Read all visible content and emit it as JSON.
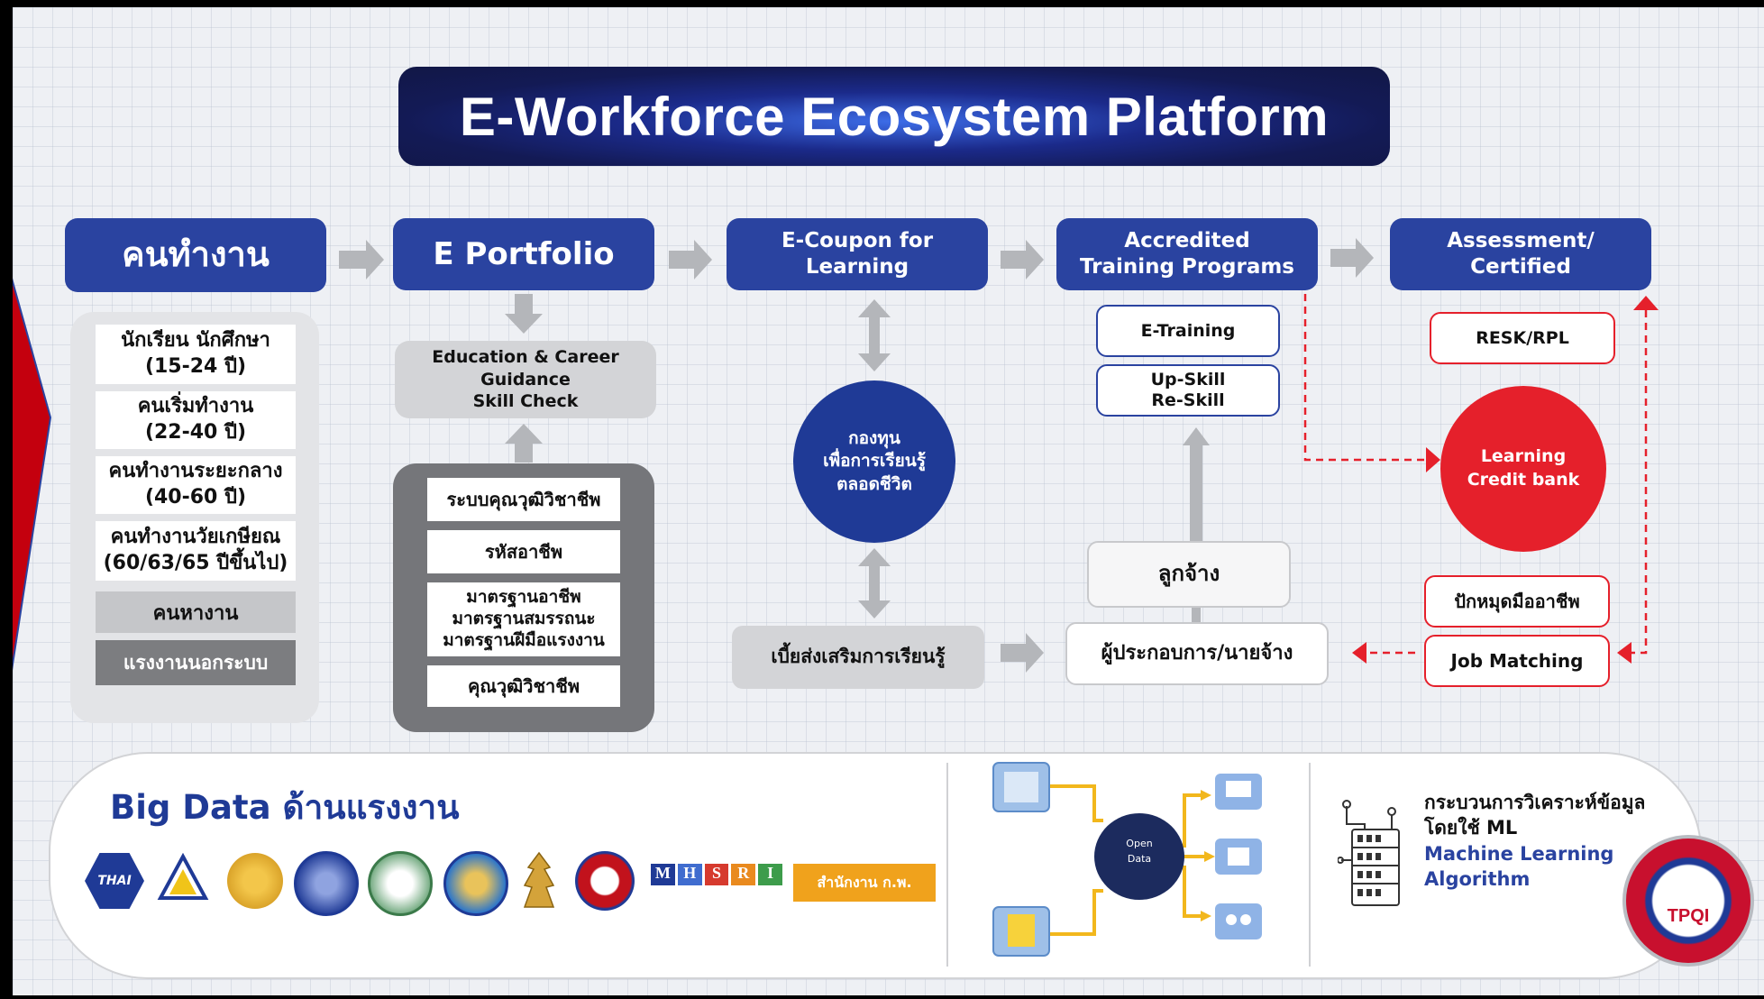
{
  "title": "E-Workforce Ecosystem Platform",
  "headers": {
    "workers": "คนทำงาน",
    "portfolio": "E Portfolio",
    "coupon": "E-Coupon for Learning",
    "training": "Accredited Training Programs",
    "assessment": "Assessment/ Certified"
  },
  "workers": [
    {
      "name": "นักเรียน นักศึกษา",
      "range": "(15-24 ปี)"
    },
    {
      "name": "คนเริ่มทำงาน",
      "range": "(22-40 ปี)"
    },
    {
      "name": "คนทำงานระยะกลาง",
      "range": "(40-60 ปี)"
    },
    {
      "name": "คนทำงานวัยเกษียณ",
      "range": "(60/63/65 ปีขึ้นไป)"
    }
  ],
  "workers_jobseekers": "คนหางาน",
  "workers_informal": "แรงงานนอกระบบ",
  "guidance": {
    "line1": "Education & Career Guidance",
    "line2": "Skill Check"
  },
  "standards": {
    "item1": "ระบบคุณวุฒิวิชาชีพ",
    "item2": "รหัสอาชีพ",
    "item3a": "มาตรฐานอาชีพ",
    "item3b": "มาตรฐานสมรรถนะ",
    "item3c": "มาตรฐานฝีมือแรงงาน",
    "item4": "คุณวุฒิวิชาชีพ"
  },
  "fund": {
    "line1": "กองทุน",
    "line2": "เพื่อการเรียนรู้",
    "line3": "ตลอดชีวิต"
  },
  "allowance": "เบี้ยส่งเสริมการเรียนรู้",
  "training_items": {
    "etraining": "E-Training",
    "upskill": "Up-Skill",
    "reskill": "Re-Skill"
  },
  "employee": "ลูกจ้าง",
  "employer": "ผู้ประกอบการ/นายจ้าง",
  "assessment_items": {
    "resk": "RESK/RPL",
    "credit_line1": "Learning",
    "credit_line2": "Credit bank",
    "pin": "ปักหมุดมืออาชีพ",
    "matching": "Job Matching"
  },
  "bigdata": {
    "title": "Big Data ด้านแรงงาน",
    "ml_line1": "กระบวนการวิเคราะห์ข้อมูล",
    "ml_line2": "โดยใช้ ML",
    "ml_line3": "Machine Learning",
    "ml_line4": "Algorithm",
    "open_data_line1": "Open",
    "open_data_line2": "Data",
    "thai_logo": "THAI",
    "mhesri": [
      "M",
      "H",
      "S",
      "R",
      "I"
    ],
    "ocsc_label": "สำนักงาน ก.พ.",
    "tpqi_label": "TPQI"
  },
  "colors": {
    "blue": "#2a43a0",
    "navy": "#1c2b6b",
    "red": "#e5202b",
    "grey_arrow": "#b4b6ba"
  }
}
